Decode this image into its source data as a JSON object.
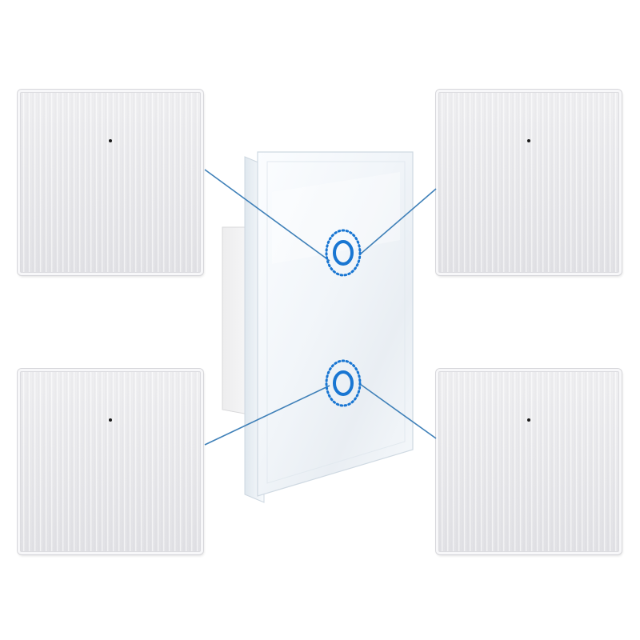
{
  "colors": {
    "background": "#ffffff",
    "remote_body": "#ececef",
    "link_line": "#3f80b8",
    "touch_ring": "#1976d2",
    "glass": "#f3f7fb"
  },
  "icons": {
    "remote_indicator": "dot-icon",
    "touch_button": "ring-icon"
  },
  "scene": {
    "remotes": [
      "top-left",
      "top-right",
      "bottom-left",
      "bottom-right"
    ],
    "switch_buttons": 2
  }
}
